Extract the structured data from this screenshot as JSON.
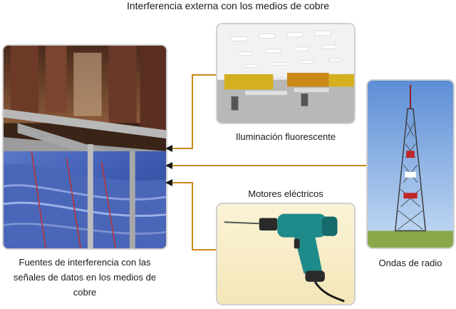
{
  "title": "Interferencia externa con los medios de cobre",
  "captions": {
    "cabling": "Fuentes de interferencia con las señales de datos en los medios de cobre",
    "fluorescent": "Iluminación fluorescente",
    "motors": "Motores eléctricos",
    "radio": "Ondas de radio"
  },
  "colors": {
    "connector": "#c98a17",
    "arrow": "#1a1a1a",
    "frame_border": "#d0d0d0"
  }
}
